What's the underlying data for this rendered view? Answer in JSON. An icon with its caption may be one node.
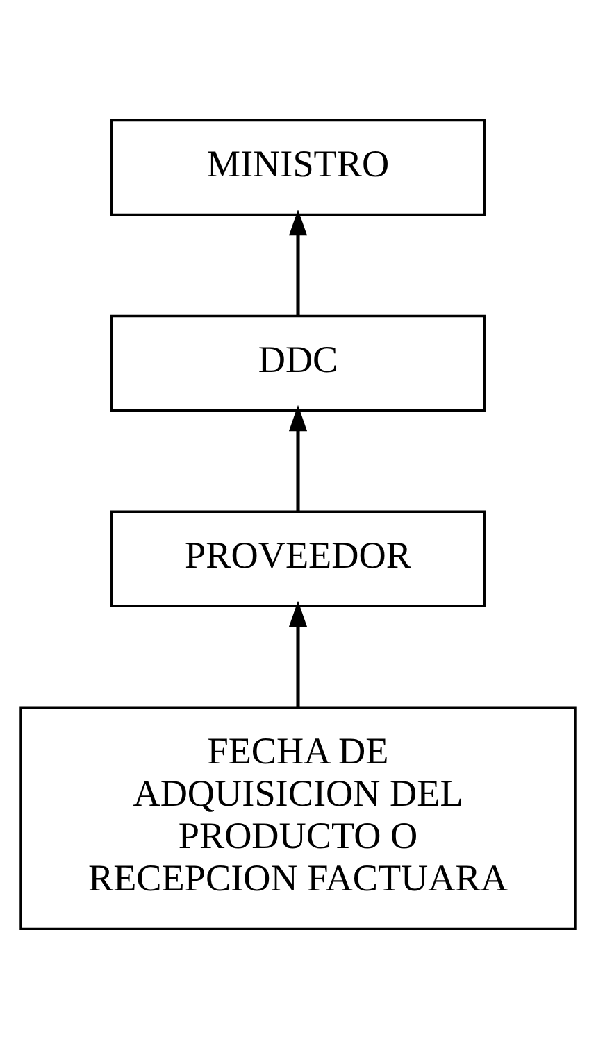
{
  "diagram": {
    "nodes": [
      {
        "text": [
          "MINISTRO"
        ]
      },
      {
        "text": [
          "DDC"
        ]
      },
      {
        "text": [
          "PROVEEDOR"
        ]
      },
      {
        "text": [
          "FECHA DE ADQUISICION DEL PRODUCTO O RECEPCION FACTUARA"
        ]
      }
    ],
    "edges": [
      {
        "from": 3,
        "to": 2,
        "arrow": "to"
      },
      {
        "from": 2,
        "to": 1,
        "arrow": "to"
      },
      {
        "from": 1,
        "to": 0,
        "arrow": "to"
      }
    ]
  }
}
